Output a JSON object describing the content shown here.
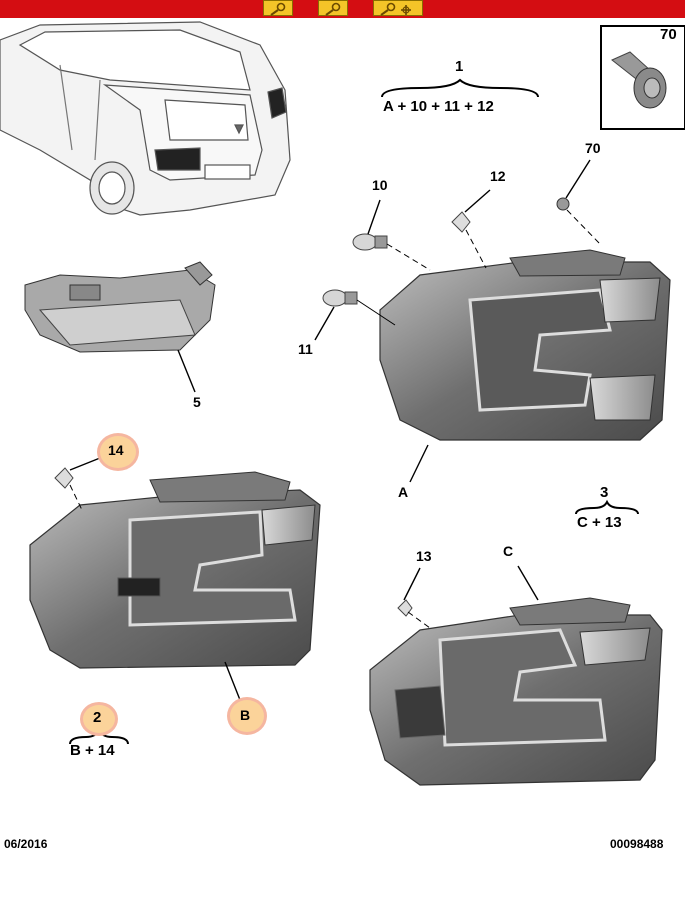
{
  "toolbar": {
    "buttons": [
      {
        "icon": "wrench-key-icon"
      },
      {
        "icon": "wrench-key-icon"
      },
      {
        "icon": "wrench-key-cross-icon"
      }
    ],
    "bar_color": "#d40d12",
    "button_color": "#f4c428"
  },
  "inset": {
    "ref": "70"
  },
  "groups": {
    "g1": {
      "number": "1",
      "formula": "A + 10 + 11 + 12"
    },
    "g3": {
      "number": "3",
      "formula": "C + 13"
    },
    "g2": {
      "number": "2",
      "formula": "B + 14"
    }
  },
  "callouts": {
    "p10": "10",
    "p12": "12",
    "p70": "70",
    "p11": "11",
    "p5": "5",
    "pA": "A",
    "p14": "14",
    "p13": "13",
    "pC": "C",
    "pB": "B"
  },
  "footer": {
    "date": "06/2016",
    "ref": "00098488"
  },
  "highlight_color": "#fbd39a"
}
